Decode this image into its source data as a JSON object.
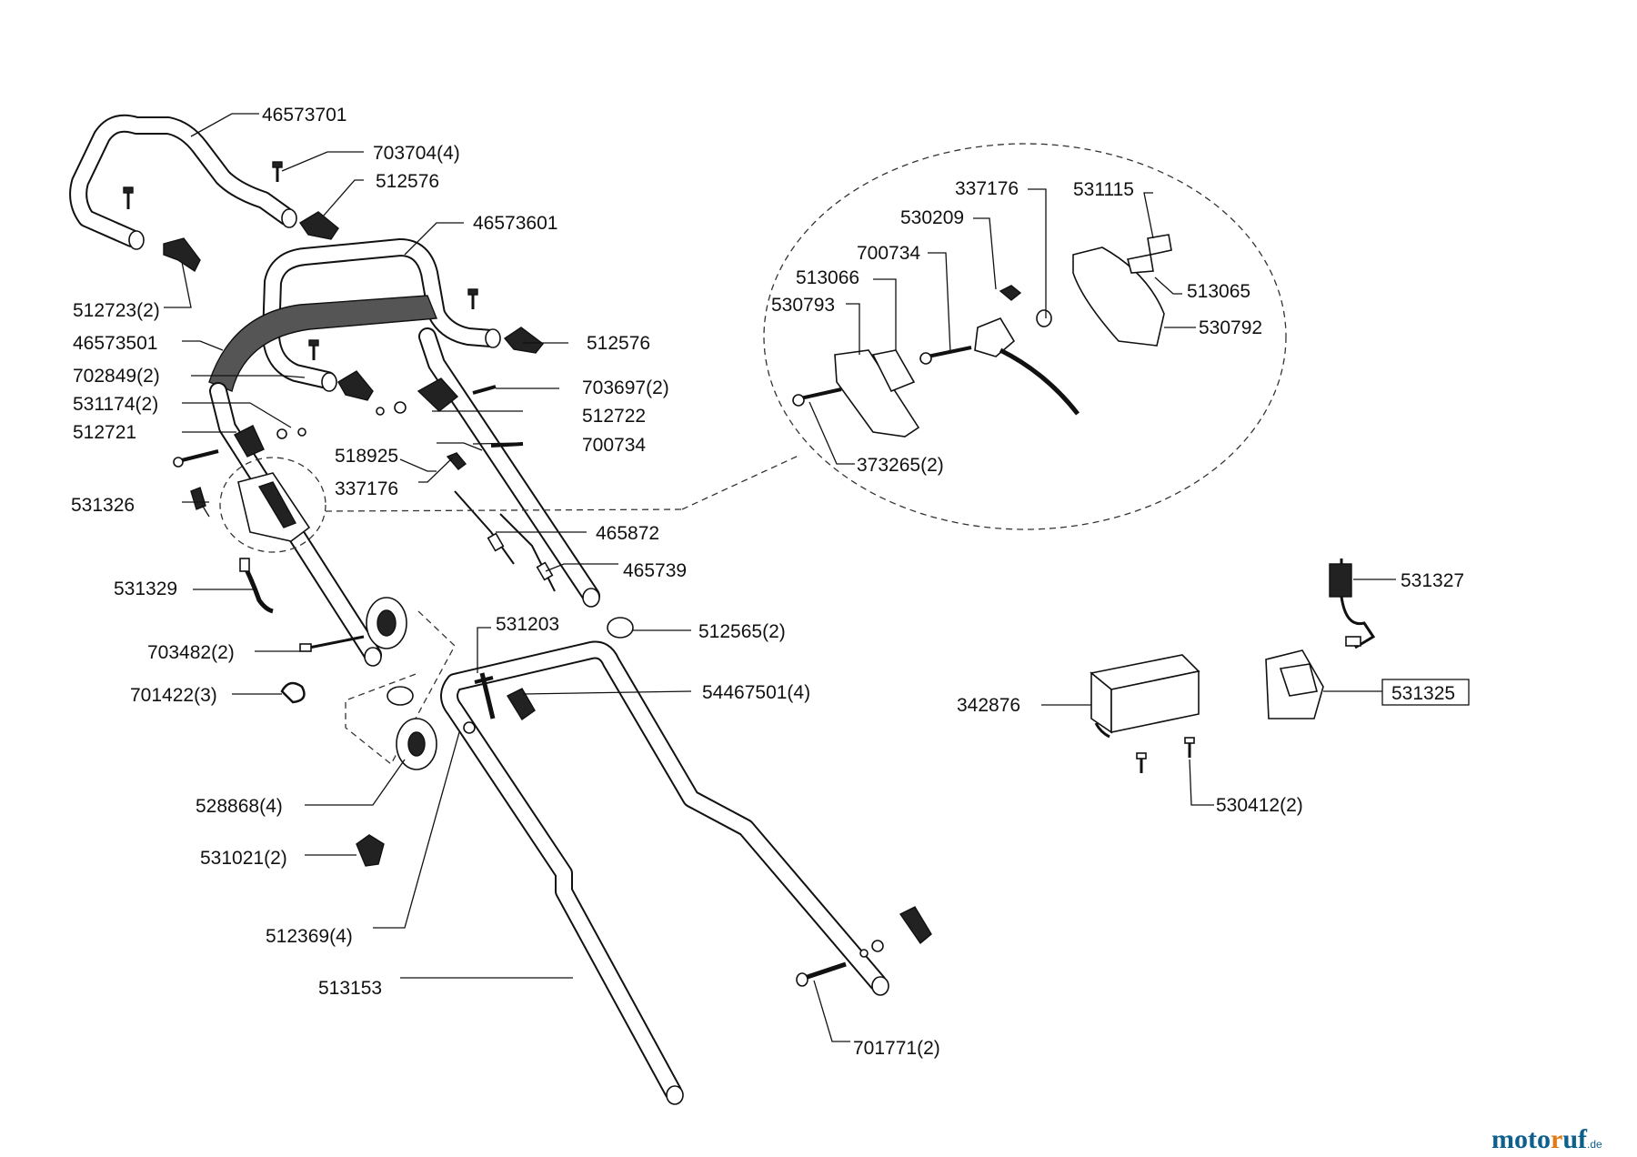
{
  "labels": {
    "l_46573701": "46573701",
    "l_703704": "703704(4)",
    "l_512576a": "512576",
    "l_46573601": "46573601",
    "l_512723": "512723(2)",
    "l_46573501": "46573501",
    "l_512576b": "512576",
    "l_702849": "702849(2)",
    "l_703697": "703697(2)",
    "l_531174": "531174(2)",
    "l_512722": "512722",
    "l_512721": "512721",
    "l_700734a": "700734",
    "l_518925": "518925",
    "l_337176a": "337176",
    "l_531326": "531326",
    "l_465872": "465872",
    "l_465739": "465739",
    "l_531329": "531329",
    "l_531203": "531203",
    "l_512565": "512565(2)",
    "l_703482": "703482(2)",
    "l_54467501": "54467501(4)",
    "l_701422": "701422(3)",
    "l_528868": "528868(4)",
    "l_531021": "531021(2)",
    "l_512369": "512369(4)",
    "l_513153": "513153",
    "l_701771": "701771(2)",
    "l_337176b": "337176",
    "l_531115": "531115",
    "l_530209": "530209",
    "l_700734b": "700734",
    "l_513066": "513066",
    "l_513065": "513065",
    "l_530793": "530793",
    "l_530792": "530792",
    "l_373265": "373265(2)",
    "l_531327": "531327",
    "l_531325": "531325",
    "l_342876": "342876",
    "l_530412": "530412(2)"
  },
  "brand": {
    "part1": "moto",
    "part2": "r",
    "part3": "uf",
    "tld": ".de"
  }
}
